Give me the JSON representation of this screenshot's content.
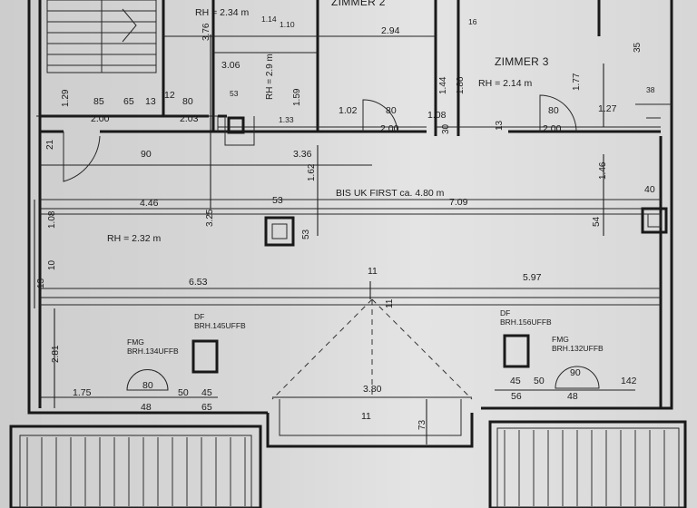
{
  "rooms": {
    "zimmer2": "ZIMMER 2",
    "zimmer3": "ZIMMER 3",
    "rh_top_left": "RH = 2.34 m",
    "rh_zimmer3": "RH = 2.14 m",
    "rh_main": "RH = 2.32 m",
    "rh_vertical": "RH = 2.9 m",
    "note_uk_first": "BIS UK FIRST ca. 4.80 m"
  },
  "windows": {
    "df_left": "DF",
    "df_left_brh": "BRH.145UFFB",
    "fmg_left": "FMG",
    "fmg_left_brh": "BRH.134UFFB",
    "df_right": "DF",
    "df_right_brh": "BRH.156UFFB",
    "fmg_right": "FMG",
    "fmg_right_brh": "BRH.132UFFB"
  },
  "dimensions": {
    "d_376": "3.76",
    "d_114": "1.14",
    "d_110": "1.10",
    "d_294": "2.94",
    "d_16": "16",
    "d_35": "35",
    "d_306": "3.06",
    "d_129": "1.29",
    "d_85": "85",
    "d_65": "65",
    "d_13a": "13",
    "d_12": "12",
    "d_80a": "80",
    "d_53a": "53",
    "d_159": "1.59",
    "d_144": "1.44",
    "d_186": "1.86",
    "d_177": "1.77",
    "d_38": "38",
    "d_200a": "2.00",
    "d_203": "2.03",
    "d_133": "1.33",
    "d_102": "1.02",
    "d_80b": "80",
    "d_108": "1.08",
    "d_30": "30",
    "d_13b": "13",
    "d_80c": "80",
    "d_127": "1.27",
    "d_200b": "2.00",
    "d_200c": "2.00",
    "d_90": "90",
    "d_336": "3.36",
    "d_162": "1.62",
    "d_146": "1.46",
    "d_446": "4.46",
    "d_53b": "53",
    "d_709": "7.09",
    "d_40": "40",
    "d_108b": "1.08",
    "d_325": "3.25",
    "d_53c": "53",
    "d_54": "54",
    "d_11a": "11",
    "d_653": "6.53",
    "d_597": "5.97",
    "d_11b": "11",
    "d_281": "2.81",
    "d_80d": "80",
    "d_90b": "90",
    "d_175": "1.75",
    "d_48a": "48",
    "d_50a": "50",
    "d_45a": "45",
    "d_65b": "65",
    "d_380": "3.80",
    "d_11c": "11",
    "d_73": "73",
    "d_45b": "45",
    "d_50b": "50",
    "d_56": "56",
    "d_48b": "48",
    "d_142": "142",
    "d_21": "21",
    "d_10": "10",
    "d_13c": "13"
  }
}
